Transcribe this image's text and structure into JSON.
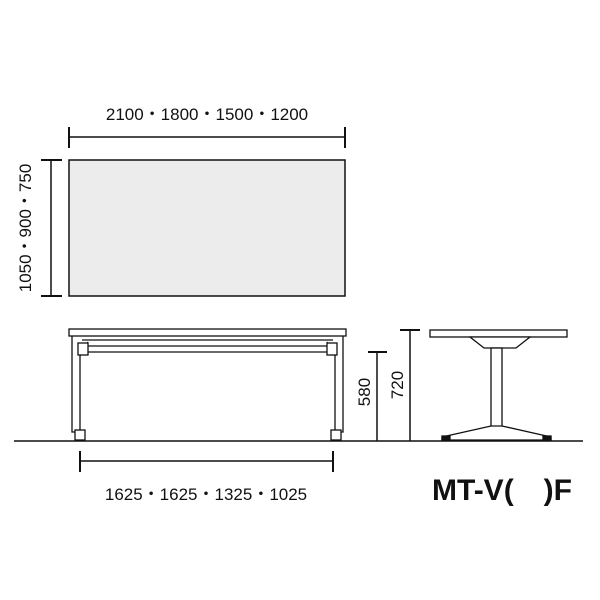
{
  "top_view": {
    "width_label": "2100・1800・1500・1200",
    "depth_label": "1050・900・750"
  },
  "front_view": {
    "leg_span_label": "1625・1625・1325・1025"
  },
  "side_view": {
    "height_label": "720",
    "under_height_label": "580"
  },
  "model": {
    "name": "MT-V(　)F"
  },
  "colors": {
    "line": "#111111",
    "tabletop_fill": "#ececec"
  }
}
